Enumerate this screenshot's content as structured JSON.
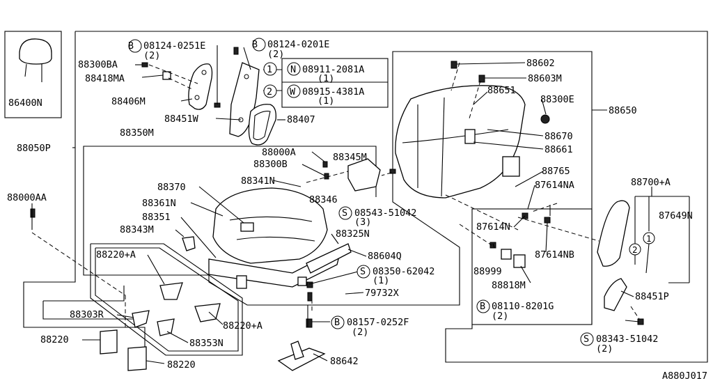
{
  "diagram_code": "A880J017",
  "headrest_box": {
    "part": "86400N"
  },
  "parts": {
    "p88050P": "88050P",
    "p88000AA": "88000AA",
    "p88300BA": "88300BA",
    "p88418MA": "88418MA",
    "p88406M": "88406M",
    "p88451W": "88451W",
    "p88407": "88407",
    "p88350M": "88350M",
    "p88000A": "88000A",
    "p88300B": "88300B",
    "p88345M": "88345M",
    "p88341N": "88341N",
    "p88370": "88370",
    "p88346": "88346",
    "p88361N": "88361N",
    "p88351": "88351",
    "p88343M": "88343M",
    "p88325N": "88325N",
    "p88604Q": "88604Q",
    "p79732X": "79732X",
    "p88220A_1": "88220+A",
    "p88220A_2": "88220+A",
    "p88303R": "88303R",
    "p88353N": "88353N",
    "p88220_1": "88220",
    "p88220_2": "88220",
    "p88642": "88642",
    "p88602": "88602",
    "p88603M": "88603M",
    "p88651": "88651",
    "p88300E": "88300E",
    "p88650": "88650",
    "p88670": "88670",
    "p88661": "88661",
    "p88765": "88765",
    "p87614NA": "87614NA",
    "p88700A": "88700+A",
    "p87649N": "87649N",
    "p87614N": "87614N",
    "p87614NB": "87614NB",
    "p88999": "88999",
    "p88818M": "88818M",
    "p88451P": "88451P"
  },
  "bolts": {
    "b1": {
      "prefix": "B",
      "code": "08124-0251E",
      "qty": "(2)"
    },
    "b2": {
      "prefix": "B",
      "code": "08124-0201E",
      "qty": "(2)"
    },
    "n1": {
      "prefix": "N",
      "code": "08911-2081A",
      "qty": "(1)"
    },
    "w1": {
      "prefix": "W",
      "code": "08915-4381A",
      "qty": "(1)"
    },
    "s1": {
      "prefix": "S",
      "code": "08543-51042",
      "qty": "(3)"
    },
    "s2": {
      "prefix": "S",
      "code": "08350-62042",
      "qty": "(1)"
    },
    "b3": {
      "prefix": "B",
      "code": "08157-0252F",
      "qty": "(2)"
    },
    "b4": {
      "prefix": "B",
      "code": "08110-8201G",
      "qty": "(2)"
    },
    "s3": {
      "prefix": "S",
      "code": "08343-51042",
      "qty": "(2)"
    }
  },
  "markers": {
    "one": "1",
    "two": "2"
  }
}
